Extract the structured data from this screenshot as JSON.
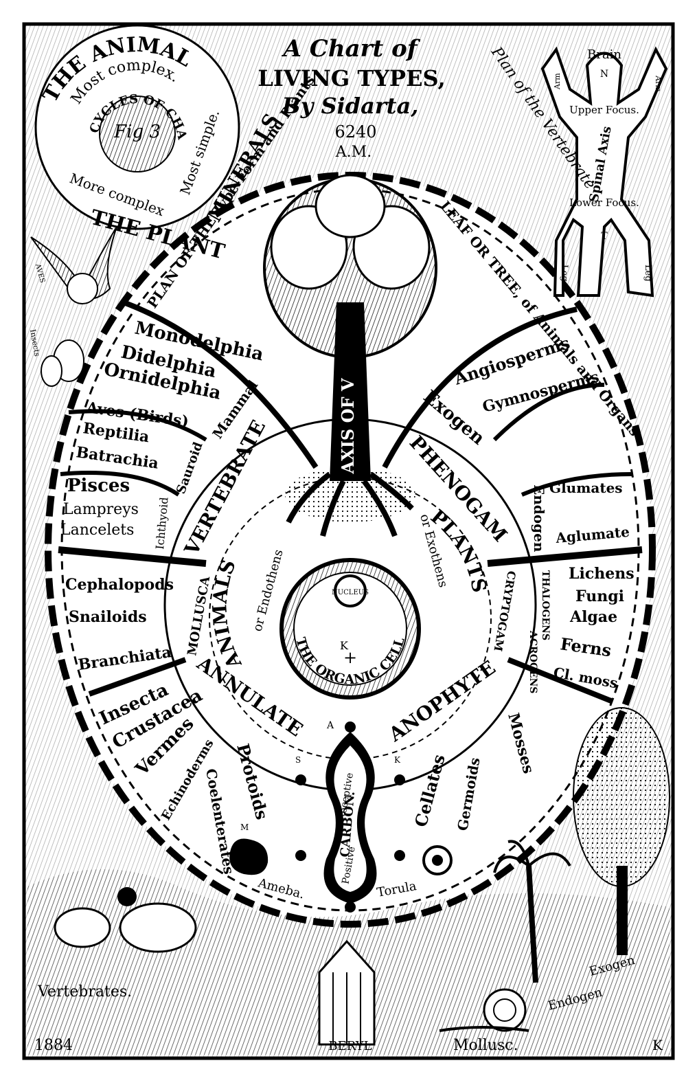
{
  "header": {
    "title_line1": "A Chart of",
    "title_line2": "LIVING TYPES,",
    "title_line3": "By Sidarta,",
    "year": "6240",
    "era": "A.M."
  },
  "cycle": {
    "outer_top": "THE ANIMAL",
    "outer_left": "THE PLANT",
    "outer_right": "MINERALS",
    "inner_top": "Most complex.",
    "inner_left": "More complex",
    "inner_right": "Most simple.",
    "center_title": "CYCLES OF CHANGE",
    "fig": "Fig 3"
  },
  "vertebrate_plan": {
    "title": "Plan of the Vertebrate",
    "brain": "Brain",
    "n": "N",
    "upper_focus": "Upper Focus.",
    "spinal_axis": "Spinal Axis",
    "lower_focus": "Lower Focus.",
    "t": "T",
    "arm_left": "Arm",
    "arm_right": "Arm",
    "leg_left": "Leg",
    "leg_right": "Leg"
  },
  "arcs": {
    "type_form": "PLAN OF THE Type-Form and Plants",
    "leaf_tree": "LEAF OR TREE, of Animals and Organs",
    "axis": "AXIS OF V"
  },
  "animals_left": {
    "mammal_group": [
      "Monodelphia",
      "Didelphia",
      "Ornidelphia"
    ],
    "mammal": "Mammal",
    "sauroid_group": [
      "Aves (Birds)",
      "Reptilia",
      "Batrachia"
    ],
    "sauroid": "Sauroid",
    "fish_group": [
      "Pisces",
      "Lampreys",
      "Lancelets"
    ],
    "ichthyoid": "Ichthyoid",
    "mollusc_group": [
      "Cephalopods",
      "Snailoids",
      "Branchiata"
    ],
    "mollusca": "MOLLUSCA",
    "annulate_group": [
      "Insecta",
      "Crustacea",
      "Vermes",
      "Echinoderms",
      "Coelenterates",
      "Protoids"
    ]
  },
  "plants_right": {
    "exogen_group": [
      "Angiosperms",
      "Gymnosperms"
    ],
    "exogen": "Exogen",
    "endogen_group": [
      "Glumates",
      "Aglumate"
    ],
    "endogen": "Endogen",
    "thalogens": "THALOGENS",
    "thalo_group": [
      "Lichens",
      "Fungi",
      "Algae"
    ],
    "acrogens": "ACROGENS",
    "acro_group": [
      "Ferns",
      "Cl. moss"
    ],
    "cryptogam": "CRYPTOGAM",
    "lower_group": [
      "Cellates",
      "Germoids",
      "Mosses"
    ]
  },
  "core": {
    "vertebrate": "VERTEBRATE",
    "phenogam": "PHENOGAM",
    "annulate": "ANNULATE",
    "anophyte": "ANOPHYTE",
    "animals": "ANIMALS",
    "of_endothens": "or Endothens",
    "plants": "PLANTS",
    "of_exothens": "or Exothens",
    "cell": "THE ORGANIC CELL",
    "nucleus": "NUCLEUS",
    "k": "K"
  },
  "carbon": {
    "receptive": "Receptive",
    "carbon": "CARBON.",
    "positive": "Positive",
    "a": "A",
    "s": "S",
    "k": "K",
    "m": "M"
  },
  "bottom_labels": {
    "ameba": "Ameba.",
    "torula": "Torula",
    "vertebrates": "Vertebrates.",
    "endogen": "Endogen",
    "exogen": "Exogen",
    "mollusc": "Mollusc.",
    "beryl": "BERYL",
    "year": "1884",
    "signature": "K",
    "aves": "AVES",
    "insects": "Insects"
  },
  "colors": {
    "ink": "#000000",
    "paper": "#ffffff"
  }
}
